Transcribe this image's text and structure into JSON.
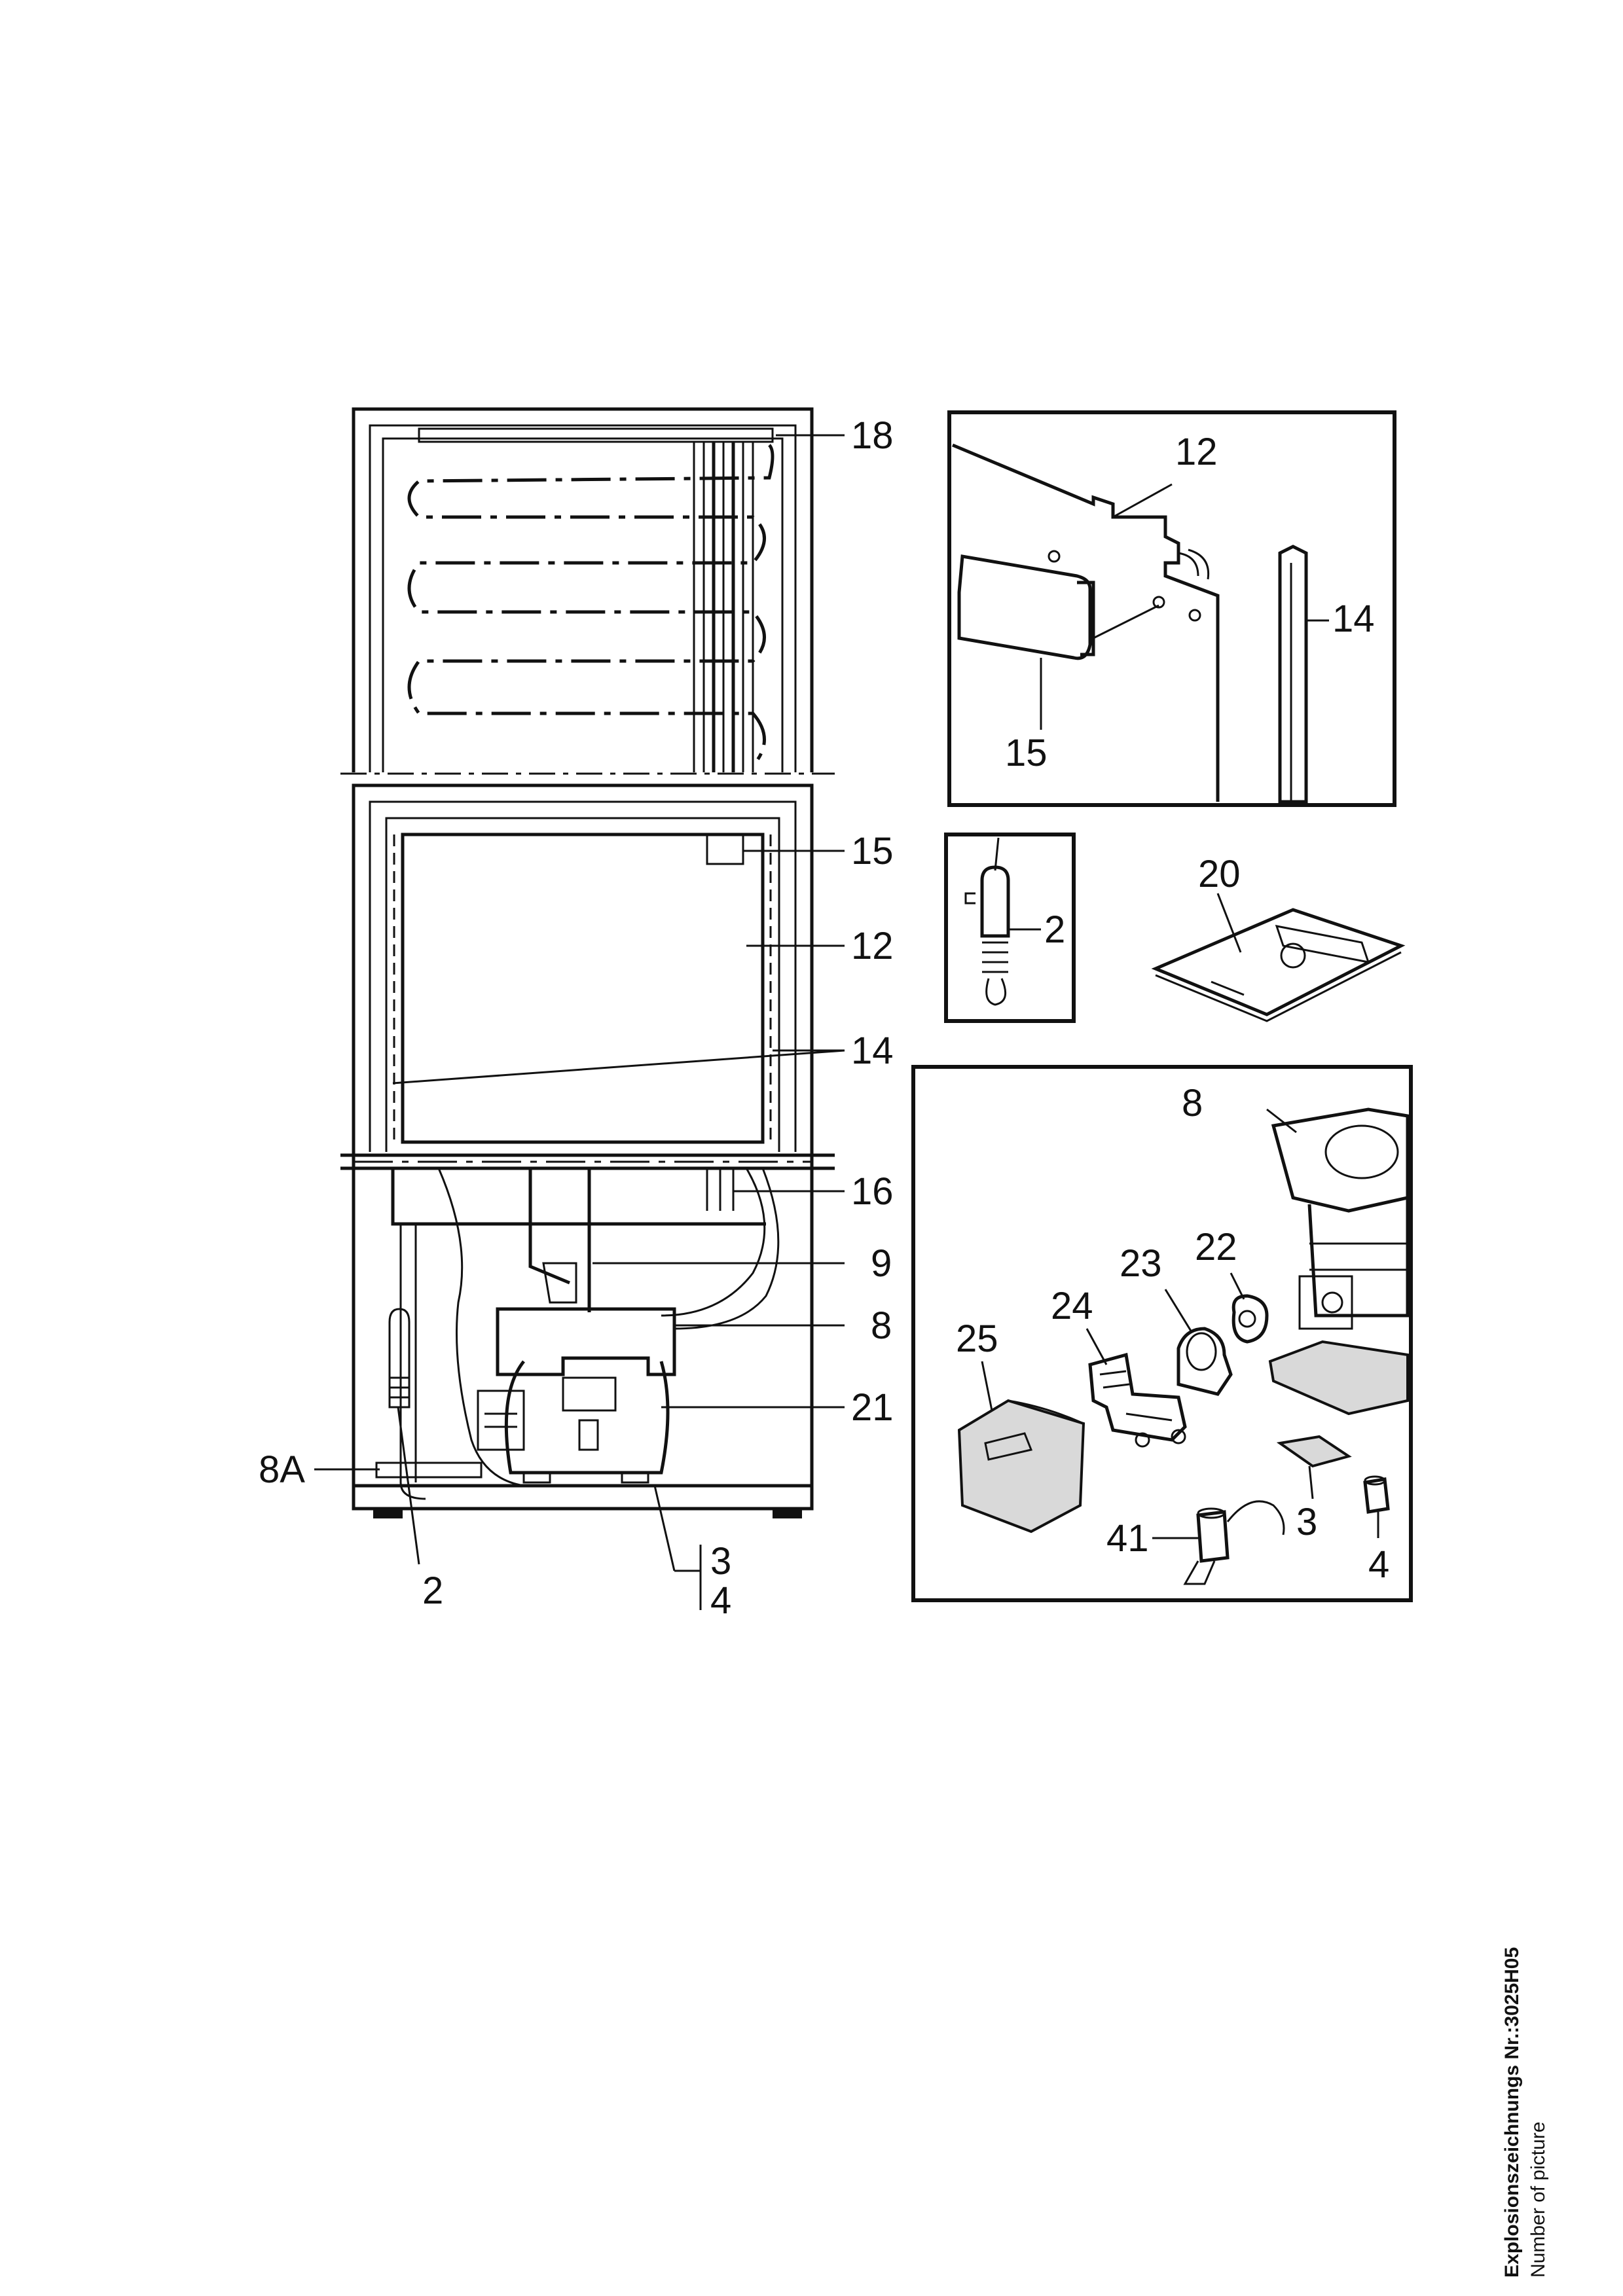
{
  "callouts": {
    "top_18": "18",
    "door_15": "15",
    "door_12": "12",
    "door_14": "14",
    "door_16": "16",
    "door_9": "9",
    "door_8": "8",
    "door_21": "21",
    "door_8a": "8A",
    "door_2": "2",
    "door_3": "3",
    "door_4": "4",
    "detail_12": "12",
    "detail_14": "14",
    "detail_15": "15",
    "sensor_2": "2",
    "manual_20": "20",
    "comp_8": "8",
    "comp_22": "22",
    "comp_23": "23",
    "comp_24": "24",
    "comp_25": "25",
    "comp_3": "3",
    "comp_4": "4",
    "comp_41": "41"
  },
  "caption": {
    "drawing_number": "Explosionszeichnungs Nr.:3025H05",
    "subtitle": "Number of picture"
  }
}
